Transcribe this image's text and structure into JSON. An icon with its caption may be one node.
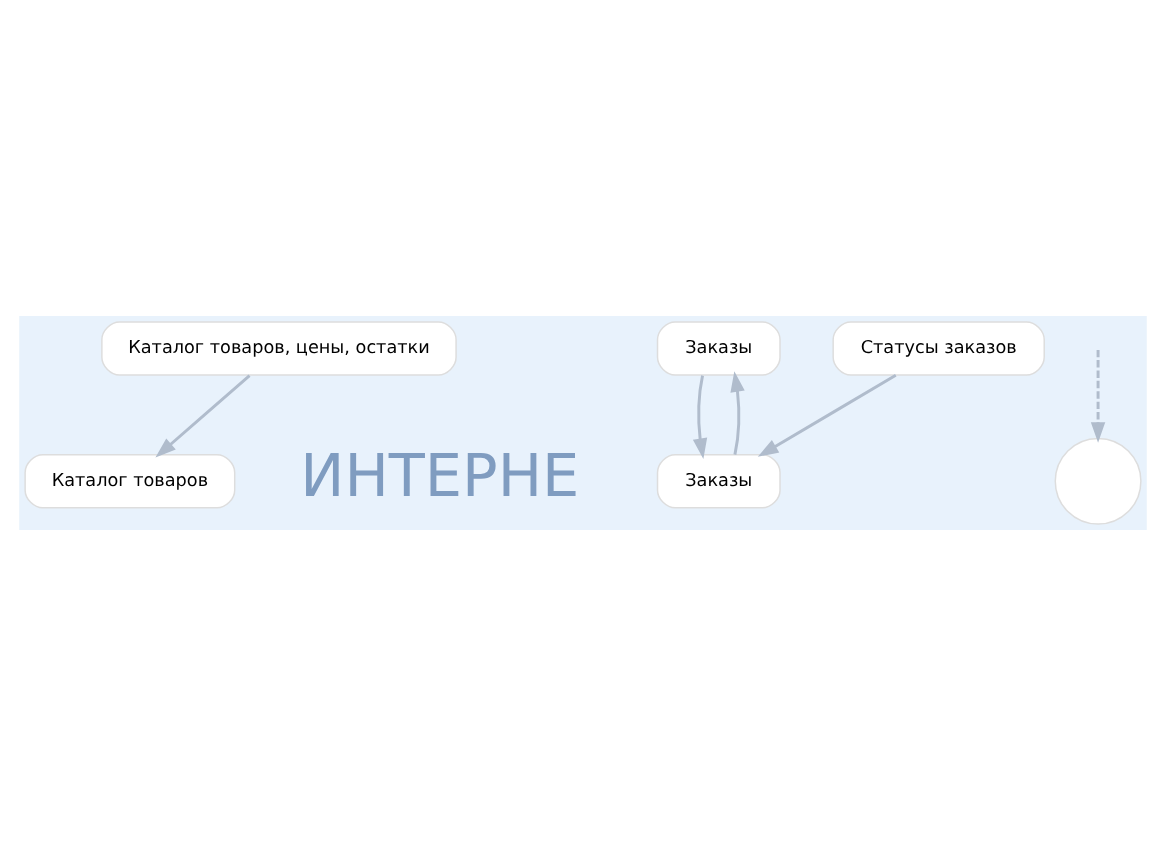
{
  "diagram": {
    "nodes": [
      {
        "text": [
          "Каталог товаров, цены, остатки"
        ]
      },
      {
        "text": [
          "Заказы"
        ]
      },
      {
        "text": [
          "Статусы заказов"
        ]
      },
      {
        "text": [],
        "shape": "circle"
      },
      {
        "text": [
          "Каталог товаров"
        ]
      },
      {
        "text": [
          "Заказы"
        ]
      }
    ],
    "edges": [
      {
        "from": null,
        "to": 3,
        "arrow": "to",
        "style": "dashed"
      },
      {
        "from": 0,
        "to": 4,
        "arrow": "to"
      },
      {
        "from": 5,
        "to": 1,
        "arrow": "to"
      },
      {
        "from": 1,
        "to": 5,
        "arrow": "to"
      },
      {
        "from": 2,
        "to": 5,
        "arrow": "to"
      }
    ],
    "labels": [
      "ИНТЕРНЕ"
    ]
  }
}
